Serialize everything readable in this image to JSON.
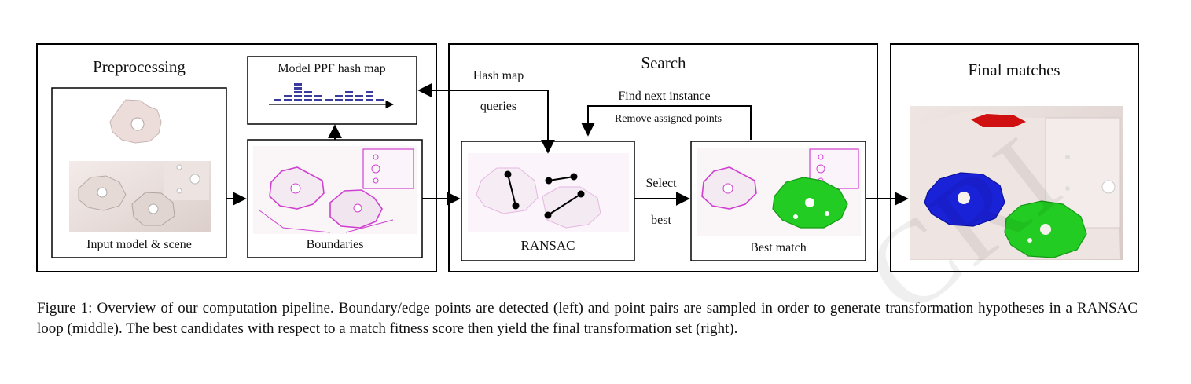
{
  "figure": {
    "stages": {
      "preprocessing": "Preprocessing",
      "search": "Search",
      "final": "Final matches"
    },
    "boxes": {
      "input": "Input model & scene",
      "hashmap": "Model PPF hash map",
      "boundaries": "Boundaries",
      "ransac": "RANSAC",
      "best_match": "Best match"
    },
    "arrow_labels": {
      "hash_map": "Hash map",
      "queries": "queries",
      "find_next": "Find next instance",
      "remove_assigned": "Remove assigned points",
      "select": "Select",
      "best": "best"
    },
    "colors": {
      "boundary_edges": "#d040d0",
      "match_green": "#22cc22",
      "match_blue": "#1a22d8",
      "match_red": "#d01010",
      "histogram_bars": "#3b3b9e"
    }
  },
  "caption": "Figure 1: Overview of our computation pipeline. Boundary/edge points are detected (left) and point pairs are sampled in order to generate transformation hypotheses in a RANSAC loop (middle). The best candidates with respect to a match fitness score then yield the final transformation set (right).",
  "watermark": "CRI"
}
